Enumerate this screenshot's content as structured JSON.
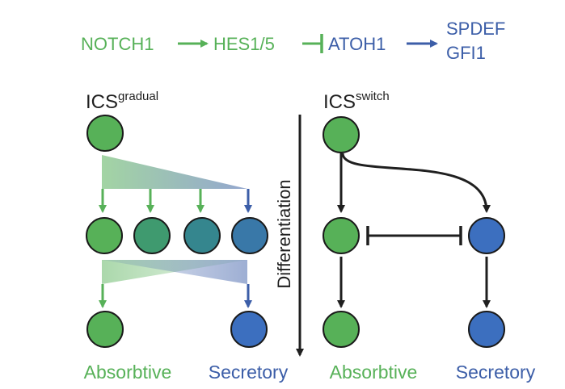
{
  "pathway": {
    "notch1": "NOTCH1",
    "hes": "HES1/5",
    "atoh1": "ATOH1",
    "spdef": "SPDEF",
    "gfi1": "GFI1"
  },
  "gradual": {
    "title_main": "ICS",
    "title_sup": "gradual",
    "absorptive_label": "Absorbtive",
    "secretory_label": "Secretory"
  },
  "switch": {
    "title_main": "ICS",
    "title_sup": "switch",
    "absorptive_label": "Absorbtive",
    "secretory_label": "Secretory"
  },
  "axis": {
    "label": "Differentiation"
  },
  "colors": {
    "absorptive_green": "#57b158",
    "secretory_blue": "#3c6fbf",
    "intermediate_1": "#3f9a6f",
    "intermediate_2": "#35868e",
    "intermediate_3": "#3978a8",
    "outline": "#1a1a1a",
    "text_green": "#57b158",
    "text_blue": "#3c5ea8"
  }
}
